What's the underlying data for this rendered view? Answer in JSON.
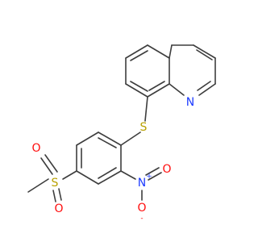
{
  "molecule": {
    "atoms": {
      "quinoline_n": {
        "label": "N",
        "color": "#1e3cff"
      },
      "thioether_s": {
        "label": "S",
        "color": "#b8a000"
      },
      "sulfonyl_s": {
        "label": "S",
        "color": "#b8a000"
      },
      "sulfonyl_o_top": {
        "label": "O",
        "color": "#ff0d0d"
      },
      "sulfonyl_o_bottom": {
        "label": "O",
        "color": "#ff0d0d"
      },
      "nitro_n": {
        "label": "N",
        "charge": "+",
        "color": "#1e3cff"
      },
      "nitro_o_double": {
        "label": "O",
        "color": "#ff0d0d"
      },
      "nitro_o_single": {
        "label": "O",
        "charge": "-",
        "color": "#ff0d0d"
      }
    },
    "bond_color": "#3d3d3d"
  }
}
